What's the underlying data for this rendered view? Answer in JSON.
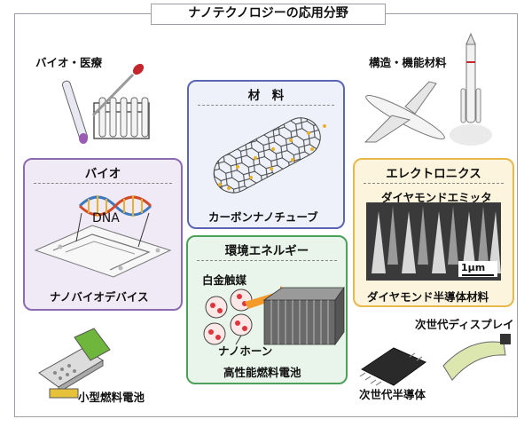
{
  "title": "ナノテクノロジーの応用分野",
  "labels": {
    "bio_medical": "バイオ・医療",
    "structural": "構造・機能材料",
    "fuel_cell_small": "小型燃料電池",
    "next_gen_semiconductor": "次世代半導体",
    "next_gen_display": "次世代ディスプレイ"
  },
  "panels": {
    "materials": {
      "title": "材　料",
      "caption": "カーボンナノチューブ"
    },
    "bio": {
      "title": "バイオ",
      "dna": "DNA",
      "caption": "ナノバイオデバイス"
    },
    "environment": {
      "title": "環境エネルギー",
      "catalyst": "白金触媒",
      "nanohorn": "ナノホーン",
      "caption": "高性能燃料電池"
    },
    "electronics": {
      "title": "エレクトロニクス",
      "emitter": "ダイヤモンドエミッタ",
      "scale": "1μm",
      "caption": "ダイヤモンド半導体材料"
    }
  },
  "colors": {
    "materials_border": "#5b66b6",
    "bio_border": "#8d6bb0",
    "environment_border": "#4ca05a",
    "electronics_border": "#e8b84a"
  }
}
